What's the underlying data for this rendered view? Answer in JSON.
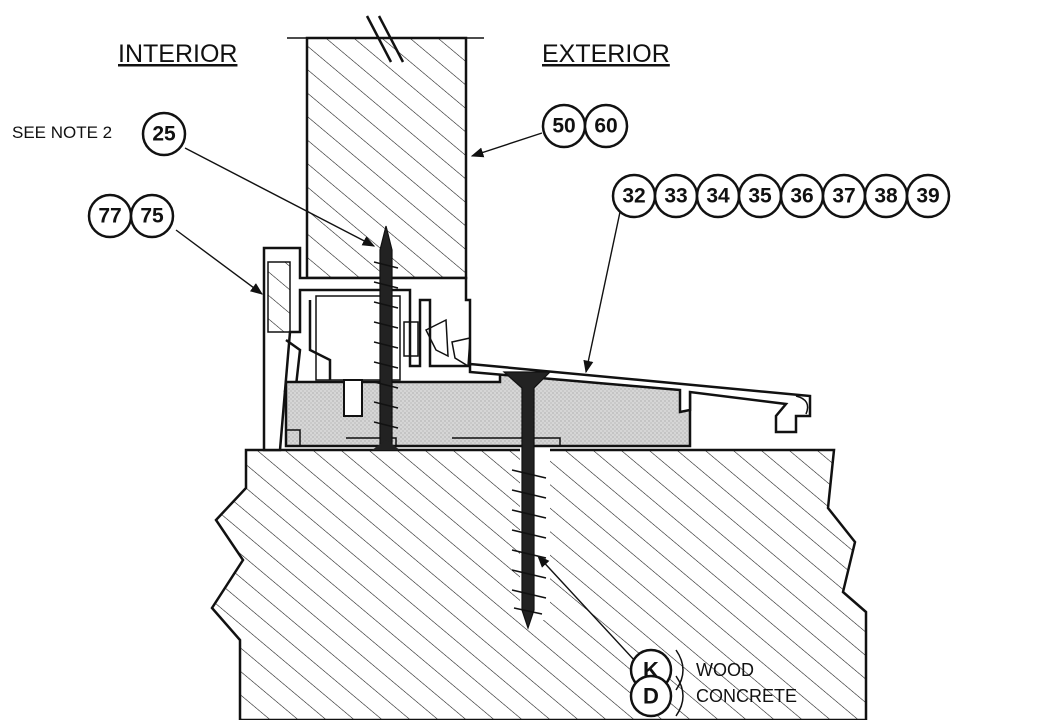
{
  "labels": {
    "interior": "INTERIOR",
    "exterior": "EXTERIOR",
    "see_note": "SEE NOTE 2"
  },
  "callouts": {
    "note": [
      "25"
    ],
    "frame": [
      "50",
      "60"
    ],
    "trim": [
      "77",
      "75"
    ],
    "sill": [
      "32",
      "33",
      "34",
      "35",
      "36",
      "37",
      "38",
      "39"
    ]
  },
  "fasteners": [
    {
      "key": "K",
      "label": "WOOD"
    },
    {
      "key": "D",
      "label": "CONCRETE"
    }
  ],
  "colors": {
    "line": "#111111",
    "foam_fill": "#d6d6d6",
    "background": "#ffffff"
  }
}
